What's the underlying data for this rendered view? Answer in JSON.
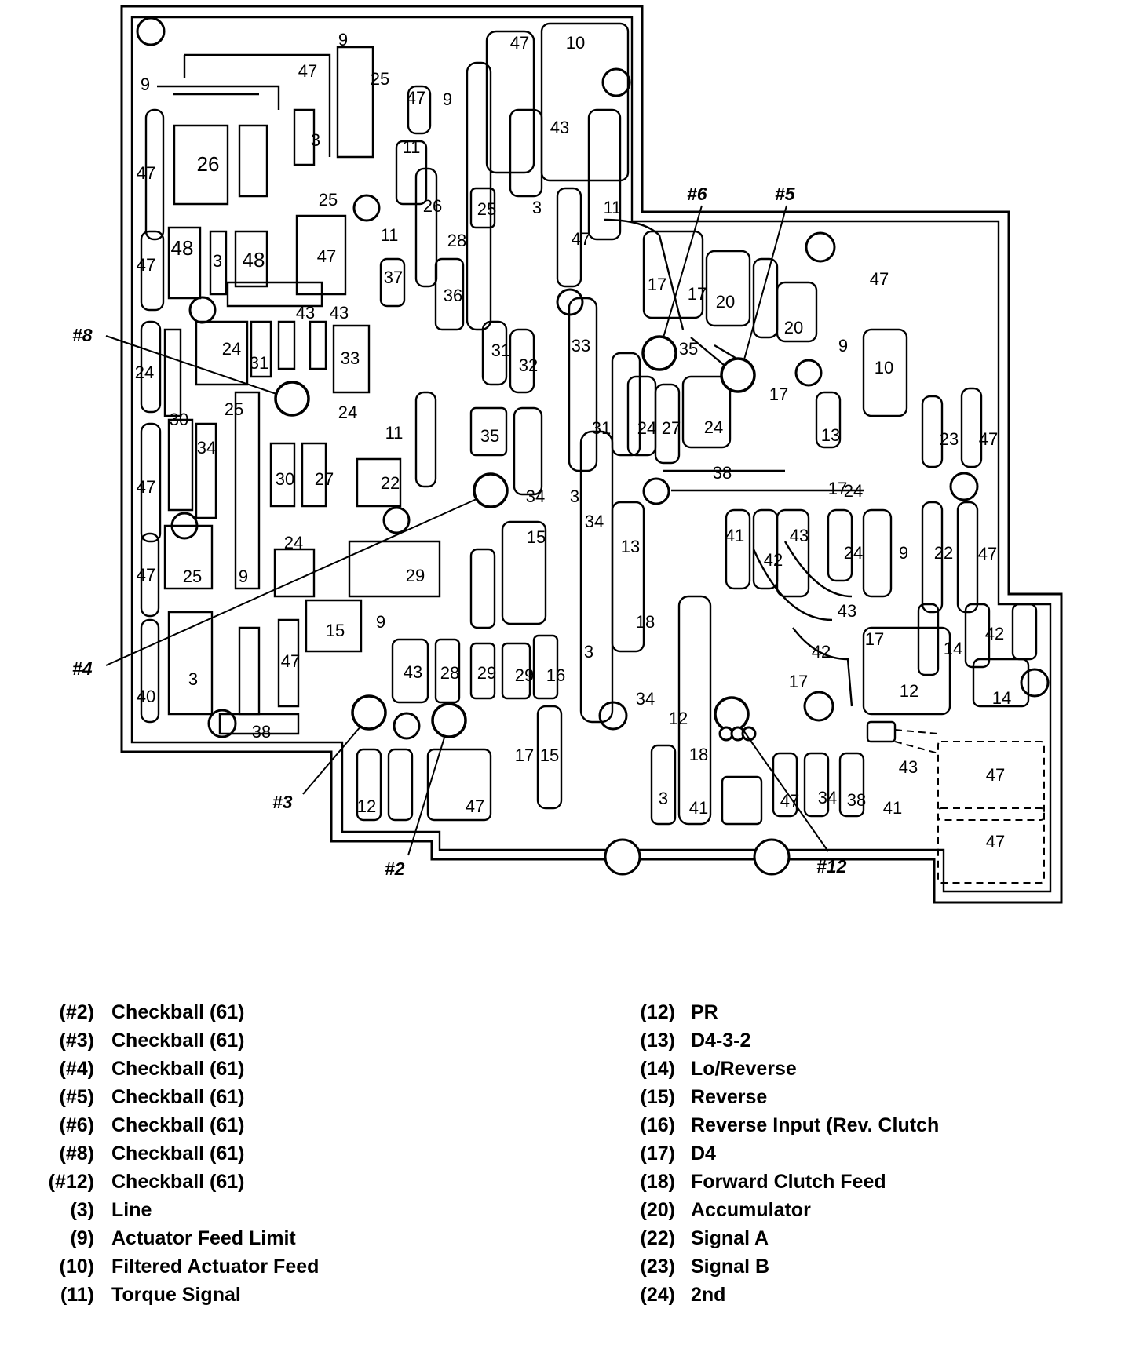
{
  "diagram": {
    "passage_labels": [
      "9",
      "47",
      "25",
      "47",
      "9",
      "10",
      "47",
      "43",
      "9",
      "26",
      "3",
      "47",
      "11",
      "11",
      "25",
      "26",
      "25",
      "3",
      "28",
      "47",
      "48",
      "3",
      "48",
      "47",
      "11",
      "37",
      "36",
      "47",
      "43",
      "43",
      "33",
      "31",
      "32",
      "33",
      "24",
      "31",
      "24",
      "30",
      "25",
      "24",
      "34",
      "11",
      "35",
      "30",
      "27",
      "22",
      "47",
      "34",
      "3",
      "34",
      "24",
      "15",
      "47",
      "25",
      "9",
      "29",
      "15",
      "9",
      "43",
      "28",
      "29",
      "29",
      "16",
      "3",
      "47",
      "40",
      "38",
      "3",
      "15",
      "12",
      "47",
      "17",
      "17",
      "20",
      "20",
      "47",
      "9",
      "10",
      "35",
      "17",
      "31",
      "27",
      "24",
      "24",
      "38",
      "13",
      "23",
      "47",
      "24",
      "17",
      "41",
      "43",
      "24",
      "42",
      "9",
      "22",
      "47",
      "13",
      "18",
      "43",
      "42",
      "14",
      "42",
      "17",
      "12",
      "17",
      "14",
      "34",
      "12",
      "18",
      "17",
      "47",
      "34",
      "38",
      "41",
      "43",
      "47",
      "47",
      "3",
      "41"
    ],
    "checkball_callouts": [
      "#2",
      "#3",
      "#4",
      "#5",
      "#6",
      "#8",
      "#12"
    ]
  },
  "legend": {
    "left": [
      {
        "code": "(#2)",
        "text": "Checkball (61)"
      },
      {
        "code": "(#3)",
        "text": "Checkball (61)"
      },
      {
        "code": "(#4)",
        "text": "Checkball (61)"
      },
      {
        "code": "(#5)",
        "text": "Checkball (61)"
      },
      {
        "code": "(#6)",
        "text": "Checkball (61)"
      },
      {
        "code": "(#8)",
        "text": "Checkball (61)"
      },
      {
        "code": "(#12)",
        "text": "Checkball (61)"
      },
      {
        "code": "(3)",
        "text": "Line"
      },
      {
        "code": "(9)",
        "text": "Actuator Feed Limit"
      },
      {
        "code": "(10)",
        "text": "Filtered Actuator Feed"
      },
      {
        "code": "(11)",
        "text": "Torque Signal"
      }
    ],
    "right": [
      {
        "code": "(12)",
        "text": "PR"
      },
      {
        "code": "(13)",
        "text": "D4-3-2"
      },
      {
        "code": "(14)",
        "text": "Lo/Reverse"
      },
      {
        "code": "(15)",
        "text": "Reverse"
      },
      {
        "code": "(16)",
        "text": "Reverse Input (Rev. Clutch"
      },
      {
        "code": "(17)",
        "text": "D4"
      },
      {
        "code": "(18)",
        "text": "Forward Clutch Feed"
      },
      {
        "code": "(20)",
        "text": "Accumulator"
      },
      {
        "code": "(22)",
        "text": "Signal A"
      },
      {
        "code": "(23)",
        "text": "Signal B"
      },
      {
        "code": "(24)",
        "text": "2nd"
      }
    ]
  }
}
